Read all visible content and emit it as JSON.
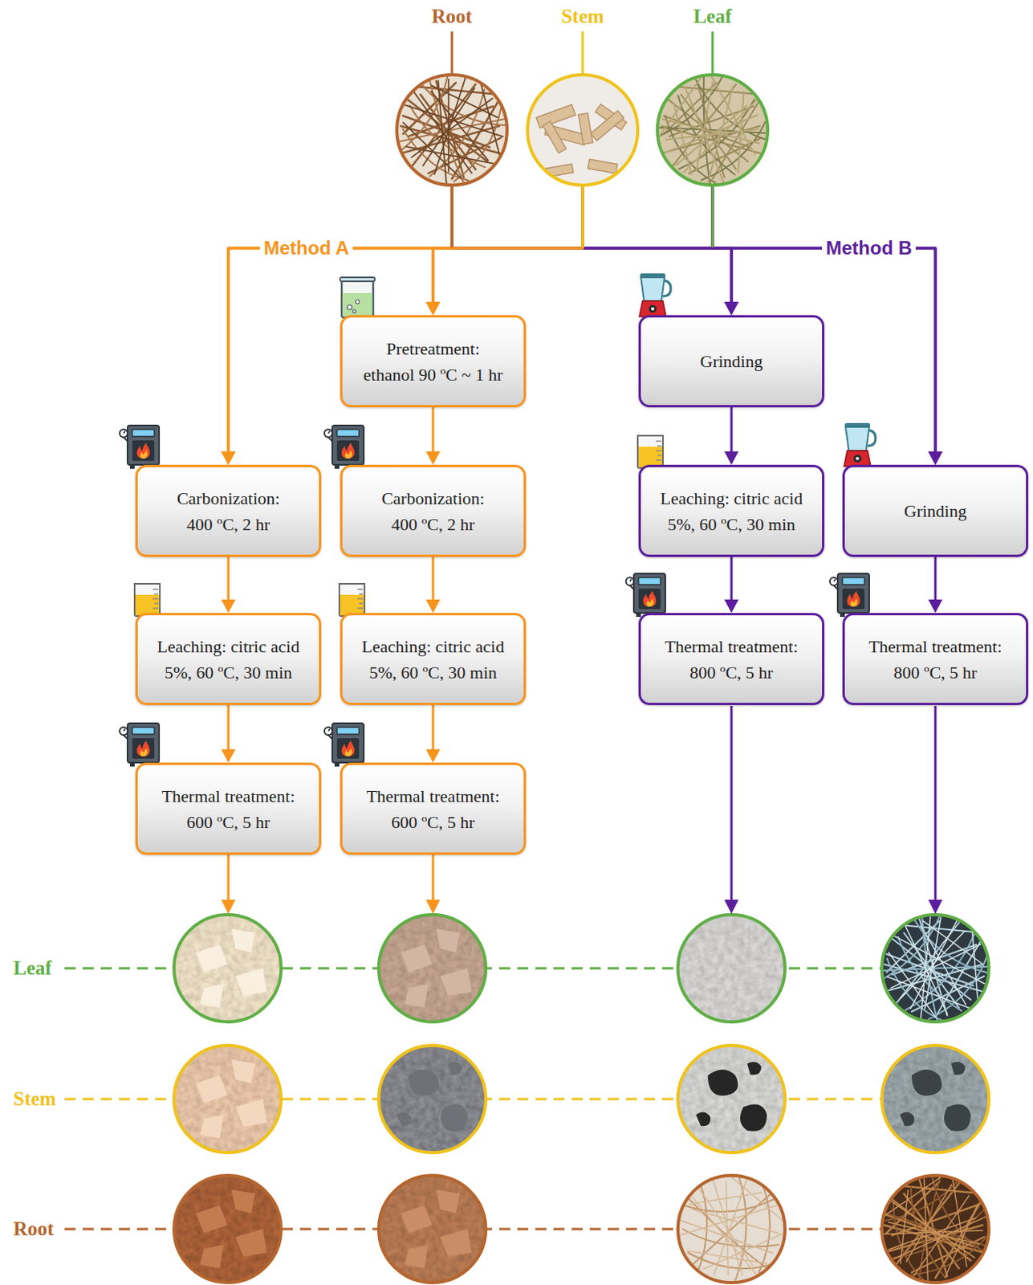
{
  "diagram": {
    "nodes": [
      {
        "text": [
          "Root"
        ]
      },
      {
        "text": [
          "Stem"
        ]
      },
      {
        "text": [
          "Leaf"
        ]
      },
      {
        "text": [
          "Pretreatment: ethanol 90 ºC ~ 1 hr"
        ]
      },
      {
        "text": [
          "Grinding"
        ]
      },
      {
        "text": [
          "Carbonization: 400 ºC, 2 hr"
        ]
      },
      {
        "text": [
          "Carbonization: 400 ºC, 2 hr"
        ]
      },
      {
        "text": [
          "Leaching: citric acid 5%, 60 ºC, 30 min"
        ]
      },
      {
        "text": [
          "Grinding"
        ]
      },
      {
        "text": [
          "Leaching: citric acid 5%, 60 ºC, 30 min"
        ]
      },
      {
        "text": [
          "Leaching: citric acid 5%, 60 ºC, 30 min"
        ]
      },
      {
        "text": [
          "Thermal treatment: 800 ºC, 5 hr"
        ]
      },
      {
        "text": [
          "Thermal treatment: 800 ºC, 5 hr"
        ]
      },
      {
        "text": [
          "Thermal treatment: 600 ºC, 5 hr"
        ]
      },
      {
        "text": [
          "Thermal treatment: 600 ºC, 5 hr"
        ]
      }
    ],
    "edges": [
      {
        "from": 0,
        "to": 5,
        "arrow": "to"
      },
      {
        "from": 0,
        "to": 3,
        "arrow": "to"
      },
      {
        "from": 0,
        "to": 4,
        "arrow": "to"
      },
      {
        "from": 0,
        "to": 8,
        "arrow": "to"
      },
      {
        "from": 1,
        "to": 5,
        "arrow": "to"
      },
      {
        "from": 1,
        "to": 3,
        "arrow": "to"
      },
      {
        "from": 1,
        "to": 4,
        "arrow": "to"
      },
      {
        "from": 1,
        "to": 8,
        "arrow": "to"
      },
      {
        "from": 2,
        "to": 5,
        "arrow": "to"
      },
      {
        "from": 2,
        "to": 3,
        "arrow": "to"
      },
      {
        "from": 2,
        "to": 4,
        "arrow": "to"
      },
      {
        "from": 2,
        "to": 8,
        "arrow": "to"
      },
      {
        "from": 3,
        "to": 6,
        "arrow": "to"
      },
      {
        "from": 6,
        "to": 10,
        "arrow": "to"
      },
      {
        "from": 10,
        "to": 14,
        "arrow": "to"
      },
      {
        "from": 5,
        "to": 9,
        "arrow": "to"
      },
      {
        "from": 9,
        "to": 13,
        "arrow": "to"
      },
      {
        "from": 4,
        "to": 7,
        "arrow": "to"
      },
      {
        "from": 7,
        "to": 11,
        "arrow": "to"
      },
      {
        "from": 8,
        "to": 12,
        "arrow": "to"
      }
    ],
    "labels": [
      "Method A",
      "Method B",
      "Leaf",
      "Stem",
      "Root"
    ]
  }
}
